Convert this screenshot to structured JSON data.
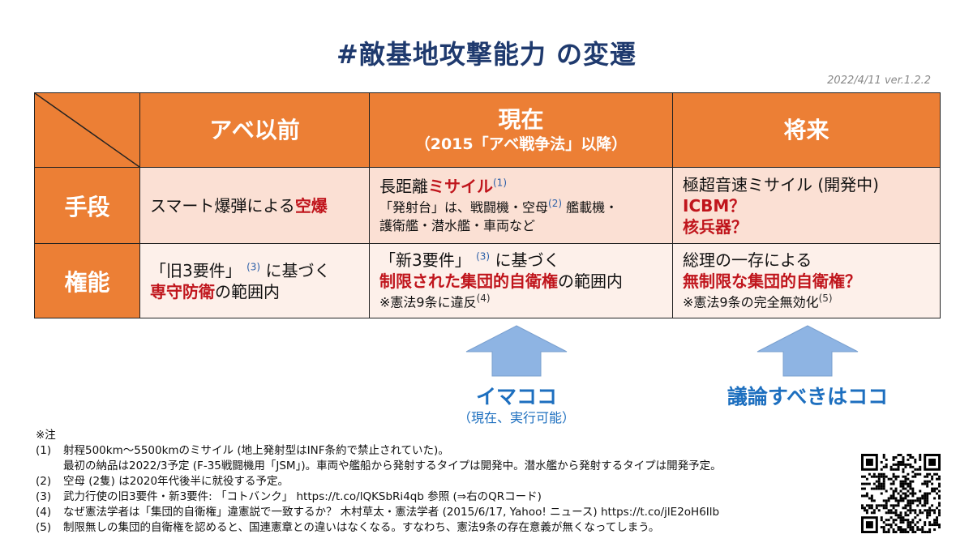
{
  "title": "#敵基地攻撃能力 の変遷",
  "version": "2022/4/11 ver.1.2.2",
  "columns": {
    "before": "アベ以前",
    "now": "現在",
    "now_sub": "（2015「アベ戦争法」以降）",
    "future": "将来"
  },
  "rows": {
    "means": "手段",
    "authority": "権能"
  },
  "means": {
    "before_text": "スマート爆弾による",
    "before_red": "空爆",
    "now_line1": "長距離",
    "now_line1_red": "ミサイル",
    "ref1": "(1)",
    "now_line2a": "「発射台」は、戦闘機・空母",
    "ref2": "(2)",
    "now_line2b": "艦載機・",
    "now_line3": "護衛艦・潜水艦・車両など",
    "future_line1": "極超音速ミサイル (開発中)",
    "future_line2": "ICBM？",
    "future_line3": "核兵器？"
  },
  "authority": {
    "before_line1a": "「旧3要件」",
    "ref3": "(3)",
    "before_line1b": "に基づく",
    "before_red": "専守防衛",
    "before_line2b": "の範囲内",
    "now_line1a": "「新3要件」",
    "now_line1b": "に基づく",
    "now_red": "制限された集団的自衛権",
    "now_line2b": "の範囲内",
    "now_note": "※憲法9条に違反",
    "ref4": "(4)",
    "future_line1": "総理の一存による",
    "future_red": "無制限な集団的自衛権？",
    "future_note": "※憲法9条の完全無効化",
    "ref5": "(5)"
  },
  "arrows": {
    "left_label": "イマココ",
    "left_sub": "（現在、実行可能）",
    "right_label": "議論すべきはココ",
    "color": "#8eb4e3"
  },
  "notes": {
    "heading": "※注",
    "items": [
      {
        "num": "(1)",
        "text": "射程500km〜5500kmのミサイル (地上発射型はINF条約で禁止されていた)。"
      },
      {
        "num": "",
        "text": "最初の納品は2022/3予定 (F-35戦闘機用「JSM」)。車両や艦船から発射するタイプは開発中。潜水艦から発射するタイプは開発予定。"
      },
      {
        "num": "(2)",
        "text": "空母 (2隻) は2020年代後半に就役する予定。"
      },
      {
        "num": "(3)",
        "text": "武力行使の旧3要件・新3要件: 「コトバンク」 https://t.co/lQKSbRi4qb 参照 (⇒右のQRコード)"
      },
      {
        "num": "(4)",
        "text": "なぜ憲法学者は「集団的自衛権」違憲説で一致するか？ 木村草太・憲法学者 (2015/6/17, Yahoo! ニュース) https://t.co/jlE2oH6Ilb"
      },
      {
        "num": "(5)",
        "text": "制限無しの集団的自衛権を認めると、国連憲章との違いはなくなる。すなわち、憲法9条の存在意義が無くなってしまう。"
      }
    ]
  },
  "colors": {
    "header_orange": "#ec7f35",
    "cell_pink": "#fbe0d4",
    "cell_light": "#fdf0ea",
    "accent_red": "#c0151c",
    "title_navy": "#1f3a6e",
    "arrow_blue_text": "#1d6fbf"
  }
}
